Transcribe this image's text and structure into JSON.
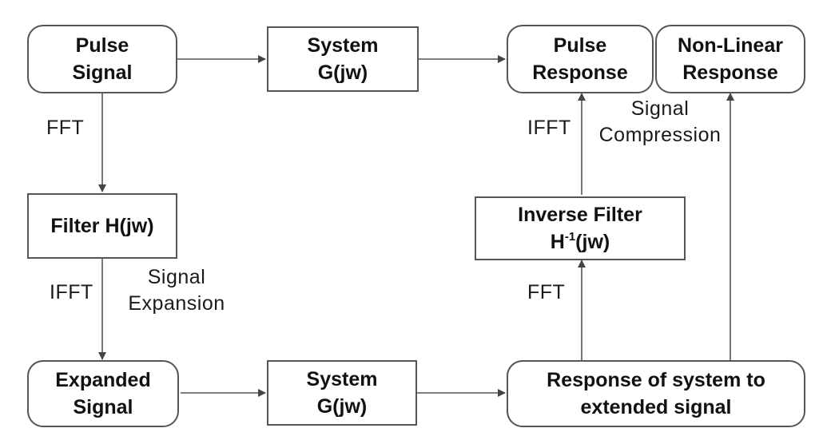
{
  "nodes": {
    "pulse_signal": {
      "line1": "Pulse",
      "line2": "Signal"
    },
    "system_top": {
      "line1": "System",
      "line2": "G(jw)"
    },
    "pulse_response": {
      "line1": "Pulse",
      "line2": "Response"
    },
    "nonlinear_response": {
      "line1": "Non-Linear",
      "line2": "Response"
    },
    "filter": {
      "text": "Filter H(jw)"
    },
    "inverse_filter": {
      "line1": "Inverse Filter",
      "line2_pre": "H",
      "line2_sup": "-1",
      "line2_post": "(jw)"
    },
    "expanded_signal": {
      "line1": "Expanded",
      "line2": "Signal"
    },
    "system_bottom": {
      "line1": "System",
      "line2": "G(jw)"
    },
    "response_extended": {
      "line1": "Response of system to",
      "line2": "extended signal"
    }
  },
  "labels": {
    "fft_left": "FFT",
    "ifft_left": "IFFT",
    "signal_expansion_1": "Signal",
    "signal_expansion_2": "Expansion",
    "ifft_right": "IFFT",
    "signal_compression_1": "Signal",
    "signal_compression_2": "Compression",
    "fft_right": "FFT"
  }
}
